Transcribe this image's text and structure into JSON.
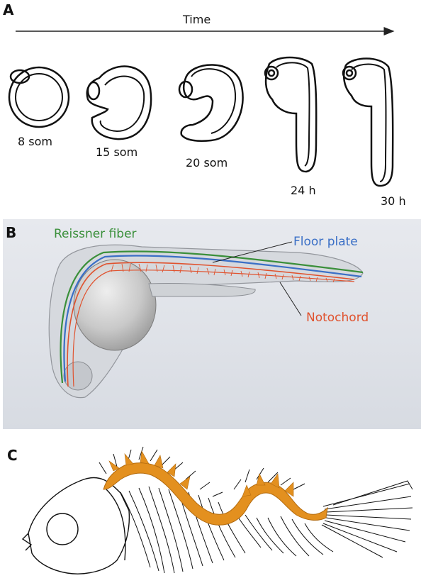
{
  "panels": {
    "a": {
      "letter": "A",
      "axis_label": "Time",
      "stages": [
        "8 som",
        "15 som",
        "20 som",
        "24 h",
        "30 h"
      ]
    },
    "b": {
      "letter": "B",
      "labels": {
        "reissner": "Reissner fiber",
        "floor_plate": "Floor plate",
        "notochord": "Notochord"
      },
      "colors": {
        "reissner": "#3a8f3a",
        "floor_plate": "#3a6fc6",
        "notochord": "#e0522e"
      }
    },
    "c": {
      "letter": "C",
      "highlight_color": "#e3901f"
    }
  }
}
